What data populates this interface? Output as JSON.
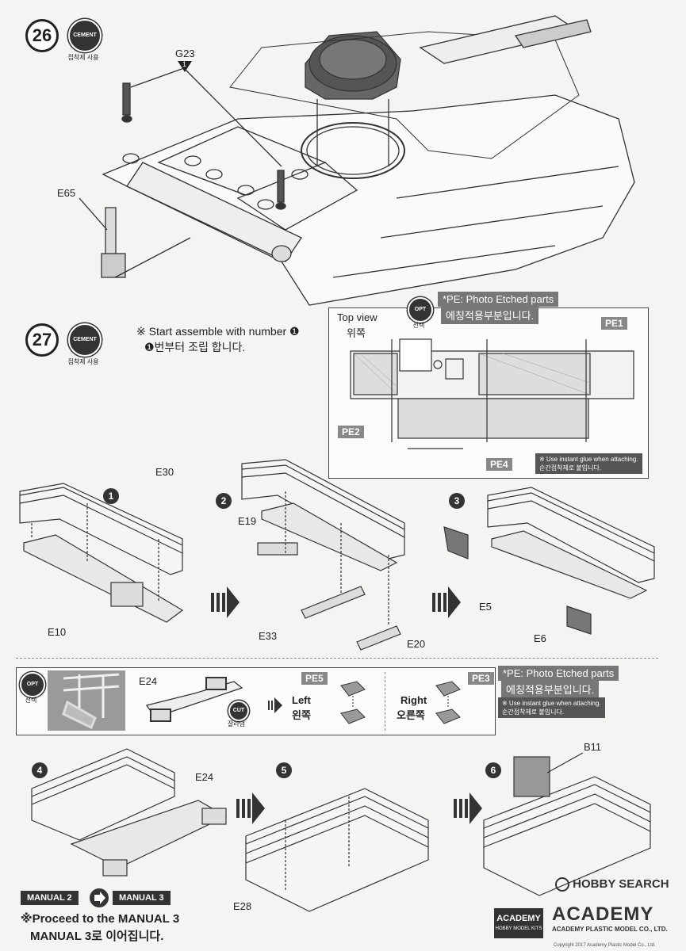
{
  "step26": {
    "number": "26",
    "badge": "CEMENT",
    "badge_caption": "접착제 사용",
    "part_top": "G23",
    "part_top_num": "1",
    "part_left": "E65"
  },
  "step27": {
    "number": "27",
    "badge": "CEMENT",
    "badge_caption": "접착제 사용",
    "note_en": "※ Start assemble with number ❶",
    "note_ko": "❶번부터 조립 합니다.",
    "subs": [
      "1",
      "2",
      "3"
    ],
    "parts": {
      "e30": "E30",
      "e10": "E10",
      "e19": "E19",
      "e33": "E33",
      "e20": "E20",
      "e5": "E5",
      "e6": "E6"
    }
  },
  "pe_box_top": {
    "opt": "OPT",
    "opt_caption": "선택",
    "title_en": "*PE: Photo Etched parts",
    "title_ko": "에칭적용부분입니다.",
    "top_view": "Top view",
    "top_view_ko": "위쪽",
    "pe1": "PE1",
    "pe2": "PE2",
    "pe4": "PE4",
    "glue_en": "※ Use instant glue when attaching.",
    "glue_ko": "순간접착제로 붙입니다."
  },
  "pe_box_bottom": {
    "opt": "OPT",
    "opt_caption": "선택",
    "part": "E24",
    "cut": "CUT",
    "cut_caption": "잘라냄",
    "pe5": "PE5",
    "pe3": "PE3",
    "left_en": "Left",
    "left_ko": "왼쪽",
    "right_en": "Right",
    "right_ko": "오른쪽",
    "title_en": "*PE: Photo Etched parts",
    "title_ko": "에칭적용부분입니다.",
    "glue_en": "※ Use instant glue when attaching.",
    "glue_ko": "순간접착제로 붙입니다."
  },
  "lower_steps": {
    "subs": [
      "4",
      "5",
      "6"
    ],
    "e24": "E24",
    "e28": "E28",
    "b11": "B11"
  },
  "footer": {
    "manual_from": "MANUAL 2",
    "manual_to": "MANUAL 3",
    "proceed_en": "※Proceed to the MANUAL 3",
    "proceed_ko": "MANUAL 3로 이어집니다.",
    "academy_box": "ACADEMY",
    "academy_box_sub": "HOBBY MODEL KITS",
    "academy_logo": "ACADEMY",
    "academy_sub": "ACADEMY PLASTIC MODEL CO., LTD.",
    "copyright": "Copyright 2017 Academy Plastic Model Co., Ltd.",
    "watermark": "HOBBY SEARCH"
  }
}
